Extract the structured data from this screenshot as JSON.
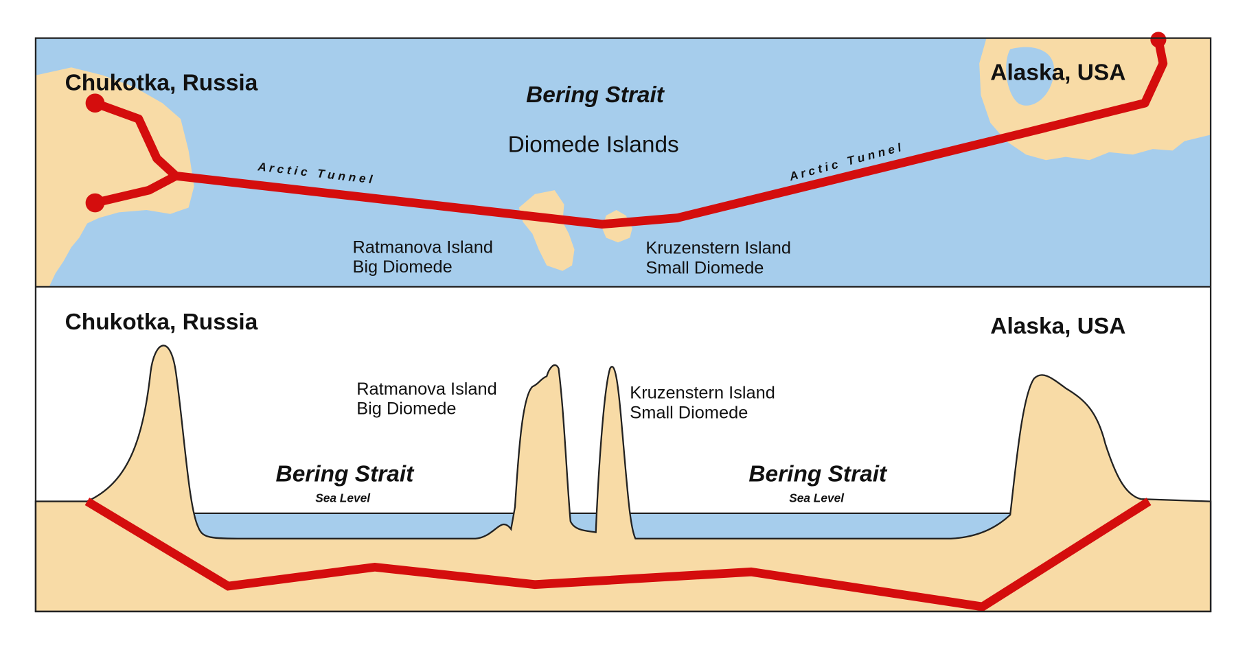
{
  "colors": {
    "sea": "#a6cdec",
    "land": "#f8dba6",
    "tunnel": "#d40d0d",
    "outline": "#222222"
  },
  "map": {
    "russia": "Chukotka, Russia",
    "usa": "Alaska, USA",
    "strait": "Bering Strait",
    "islands": "Diomede Islands",
    "tunnel_left": "A r c t i c   T u n n e l",
    "tunnel_right": "A r c t i c   T u n n e l",
    "big_island_1": "Ratmanova Island",
    "big_island_2": "Big Diomede",
    "small_island_1": "Kruzenstern Island",
    "small_island_2": "Small Diomede"
  },
  "profile": {
    "russia": "Chukotka, Russia",
    "usa": "Alaska, USA",
    "big_island_1": "Ratmanova Island",
    "big_island_2": "Big Diomede",
    "small_island_1": "Kruzenstern Island",
    "small_island_2": "Small Diomede",
    "strait_left": "Bering Strait",
    "sea_level_left": "Sea Level",
    "strait_right": "Bering Strait",
    "sea_level_right": "Sea Level"
  }
}
